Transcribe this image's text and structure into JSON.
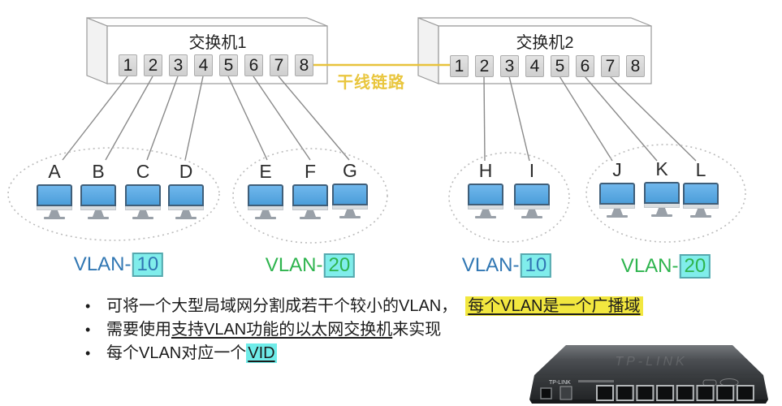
{
  "colors": {
    "trunk_gold": "#e8c33c",
    "connection_line": "#8a8a8a",
    "ellipse_dash": "#bbbbbb",
    "vlan10_text": "#3177b3",
    "vlan20_text": "#2eb44e",
    "cyan_highlight": "#80edeb",
    "yellow_highlight": "#f2e73f",
    "screen_blue": "#55a7e3"
  },
  "switch1": {
    "title": "交换机1",
    "ports": [
      "1",
      "2",
      "3",
      "4",
      "5",
      "6",
      "7",
      "8"
    ]
  },
  "switch2": {
    "title": "交换机2",
    "ports": [
      "1",
      "2",
      "3",
      "4",
      "5",
      "6",
      "7",
      "8"
    ]
  },
  "trunk_label": "干线链路",
  "groups": [
    {
      "computers": [
        "A",
        "B",
        "C",
        "D"
      ],
      "vlan_prefix": "VLAN-",
      "vlan_id": "10"
    },
    {
      "computers": [
        "E",
        "F",
        "G"
      ],
      "vlan_prefix": "VLAN-",
      "vlan_id": "20"
    },
    {
      "computers": [
        "H",
        "I"
      ],
      "vlan_prefix": "VLAN-",
      "vlan_id": "10"
    },
    {
      "computers": [
        "J",
        "K",
        "L"
      ],
      "vlan_prefix": "VLAN-",
      "vlan_id": "20"
    }
  ],
  "bullets": {
    "marker": "•",
    "item1": {
      "text": "可将一个大型局域网分割成若干个较小的VLAN，",
      "highlight": "每个VLAN是一个广播域"
    },
    "item2": {
      "pre": "需要使用",
      "underlined": "支持VLAN功能的以太网交换机",
      "post": "来实现"
    },
    "item3": {
      "pre": "每个VLAN对应一个",
      "highlight": "VID"
    }
  },
  "device": {
    "brand_top": "TP-LINK",
    "brand_front": "TP-LINK"
  }
}
